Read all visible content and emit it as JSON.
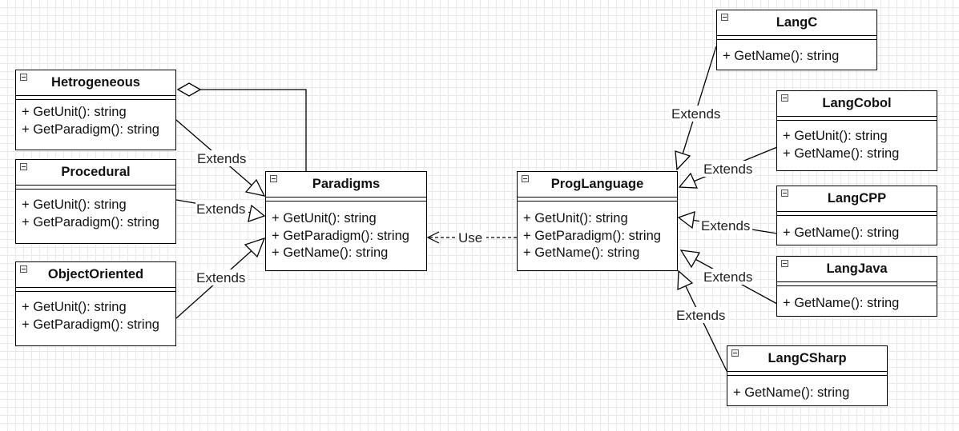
{
  "classes": {
    "hetrogeneous": {
      "name": "Hetrogeneous",
      "ops": [
        "+ GetUnit(): string",
        "+ GetParadigm(): string"
      ]
    },
    "procedural": {
      "name": "Procedural",
      "ops": [
        "+ GetUnit(): string",
        "+ GetParadigm(): string"
      ]
    },
    "objectoriented": {
      "name": "ObjectOriented",
      "ops": [
        "+ GetUnit(): string",
        "+ GetParadigm(): string"
      ]
    },
    "paradigms": {
      "name": "Paradigms",
      "ops": [
        "+ GetUnit(): string",
        "+ GetParadigm(): string",
        "+ GetName(): string"
      ]
    },
    "proglanguage": {
      "name": "ProgLanguage",
      "ops": [
        "+ GetUnit(): string",
        "+ GetParadigm(): string",
        "+ GetName(): string"
      ]
    },
    "langc": {
      "name": "LangC",
      "ops": [
        "+ GetName(): string"
      ]
    },
    "langcobol": {
      "name": "LangCobol",
      "ops": [
        "+ GetUnit(): string",
        "+ GetName(): string"
      ]
    },
    "langcpp": {
      "name": "LangCPP",
      "ops": [
        "+ GetName(): string"
      ]
    },
    "langjava": {
      "name": "LangJava",
      "ops": [
        "+ GetName(): string"
      ]
    },
    "langcsharp": {
      "name": "LangCSharp",
      "ops": [
        "+ GetName(): string"
      ]
    }
  },
  "edges": {
    "hetrogeneous_extends": "Extends",
    "procedural_extends": "Extends",
    "objectoriented_extends": "Extends",
    "use": "Use",
    "langc_extends": "Extends",
    "langcobol_extends": "Extends",
    "langcpp_extends": "Extends",
    "langjava_extends": "Extends",
    "langcsharp_extends": "Extends"
  }
}
